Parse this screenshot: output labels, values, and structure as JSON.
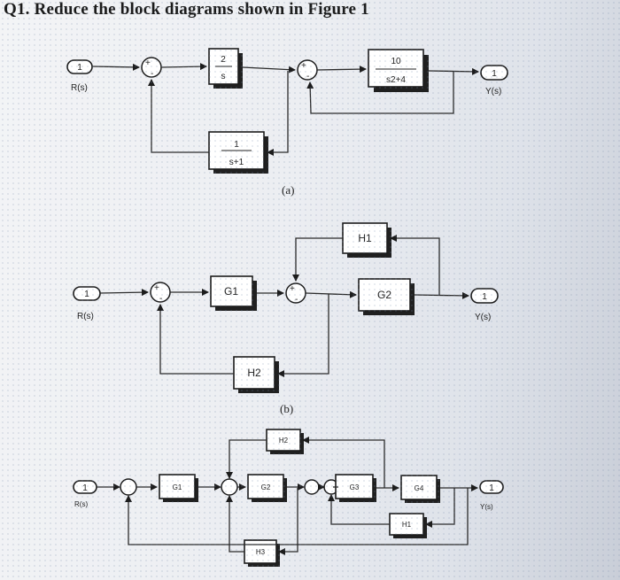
{
  "question": "Q1. Reduce the block diagrams shown in Figure 1",
  "diagram_a": {
    "caption": "(a)",
    "input_port": "1",
    "input_label": "R(s)",
    "output_port": "1",
    "output_label": "Y(s)",
    "block1_num": "2",
    "block1_den": "s",
    "block2_num": "10",
    "block2_den": "s2+4",
    "feedback_num": "1",
    "feedback_den": "s+1"
  },
  "diagram_b": {
    "caption": "(b)",
    "input_port": "1",
    "input_label": "R(s)",
    "output_port": "1",
    "output_label": "Y(s)",
    "blocks": {
      "g1": "G1",
      "g2": "G2",
      "h1": "H1",
      "h2": "H2"
    }
  },
  "diagram_c": {
    "input_port": "1",
    "input_label": "R(s)",
    "output_port": "1",
    "output_label": "Y(s)",
    "blocks": {
      "g1": "G1",
      "g2": "G2",
      "g3": "G3",
      "g4": "G4",
      "h1": "H1",
      "h2": "H2",
      "h3": "H3"
    }
  }
}
